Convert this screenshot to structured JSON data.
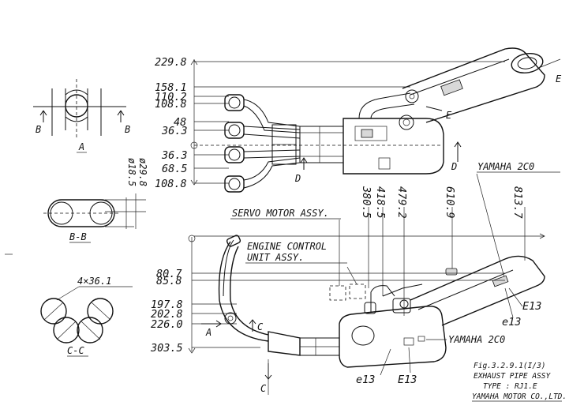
{
  "top_dims": [
    "229.8",
    "158.1",
    "110.2",
    "108.8",
    "48",
    "36.3",
    "36.3",
    "68.5",
    "108.8"
  ],
  "diameters": [
    "ø29.8",
    "ø18.5"
  ],
  "top_labels": {
    "d": "D",
    "e": "E"
  },
  "section_labels": {
    "a": "A",
    "b": "B",
    "bb": "B-B",
    "cc": "C-C",
    "c": "C",
    "circles": "4×36.1"
  },
  "mid_dims": [
    "380.5",
    "418.5",
    "479.2",
    "610.9",
    "813.7"
  ],
  "left_dims": [
    "80.7",
    "85.8",
    "197.8",
    "202.8",
    "226.0",
    "303.5"
  ],
  "callouts": {
    "servo": "SERVO MOTOR ASSY.",
    "ecu_line1": "ENGINE CONTROL",
    "ecu_line2": "UNIT ASSY.",
    "yamaha_top": "YAMAHA 2C0",
    "yamaha_bottom": "YAMAHA 2C0",
    "e13_upper": "E13",
    "e13_lower_small": "e13",
    "e13_left": "e13",
    "e13_right": "E13"
  },
  "title_block": {
    "fig": "Fig.3.2.9.1(I/3)",
    "name": "EXHAUST PIPE ASSY",
    "type": "TYPE : RJ1.E",
    "maker": "YAMAHA MOTOR CO.,LTD."
  }
}
